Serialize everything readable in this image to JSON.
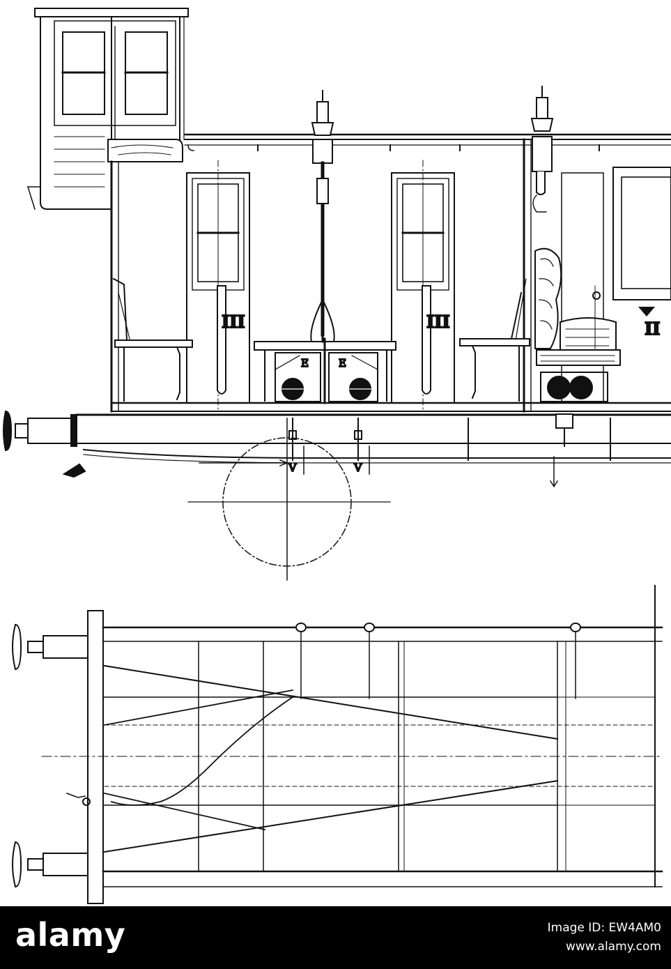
{
  "drawing": {
    "labels": {
      "class_left": "III",
      "class_middle": "III",
      "class_right": "II",
      "heater_left": "E",
      "heater_right": "E",
      "valve_left": "V",
      "valve_right": "V"
    }
  },
  "watermark": {
    "logo": "alamy",
    "image_id_label": "Image ID: EW4AM0",
    "site": "www.alamy.com"
  },
  "colors": {
    "ink": "#111111",
    "paper": "#ffffff",
    "bar": "#000000"
  }
}
